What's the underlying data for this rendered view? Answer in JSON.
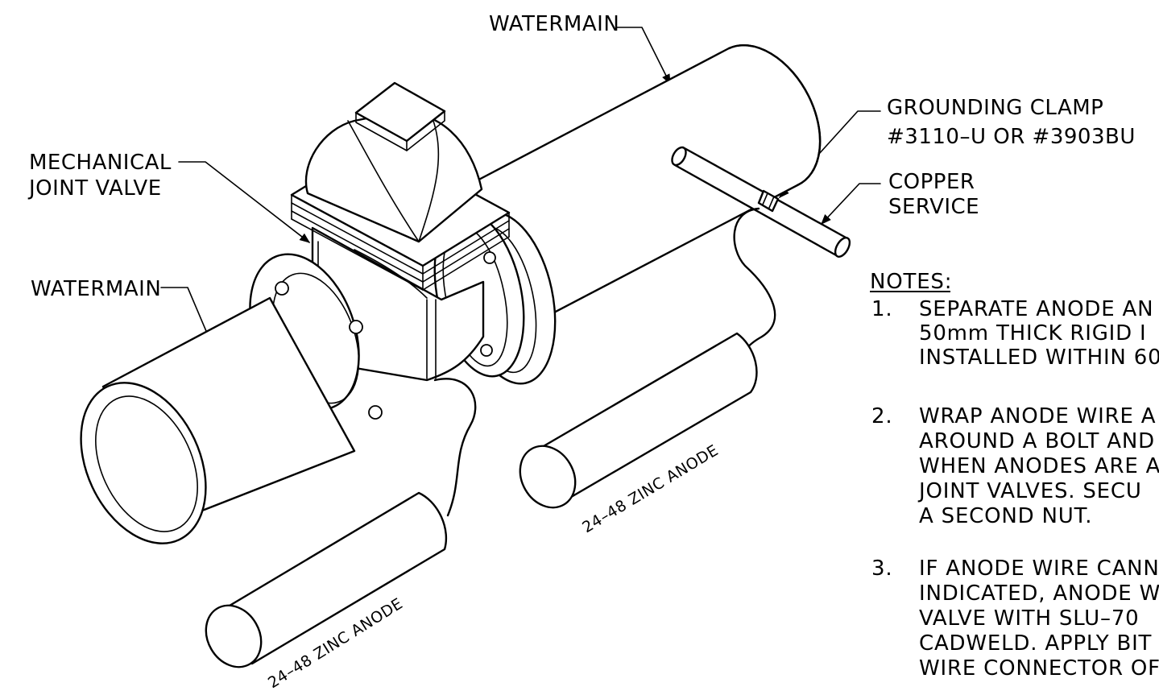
{
  "labels": {
    "watermain_top": "WATERMAIN",
    "watermain_left": "WATERMAIN",
    "valve_line1": "MECHANICAL",
    "valve_line2": "JOINT VALVE",
    "clamp_line1": "GROUNDING CLAMP",
    "clamp_line2": "#3110–U OR #3903BU",
    "copper_line1": "COPPER",
    "copper_line2": "SERVICE",
    "anode_right": "24–48 ZINC ANODE",
    "anode_left": "24–48 ZINC ANODE"
  },
  "notes": {
    "heading": "NOTES:",
    "items": [
      {
        "num": "1.",
        "lines": [
          "SEPARATE ANODE AN",
          "50mm THICK RIGID I",
          "INSTALLED WITHIN 60"
        ]
      },
      {
        "num": "2.",
        "lines": [
          "WRAP ANODE WIRE A",
          "AROUND A BOLT AND",
          "WHEN ANODES ARE A",
          "JOINT VALVES.   SECU",
          "A SECOND NUT."
        ]
      },
      {
        "num": "3.",
        "lines": [
          "IF ANODE WIRE CANN",
          "INDICATED, ANODE WI",
          "VALVE WITH SLU–70",
          "CADWELD. APPLY BIT",
          "WIRE CONNECTOR OF"
        ]
      }
    ]
  }
}
